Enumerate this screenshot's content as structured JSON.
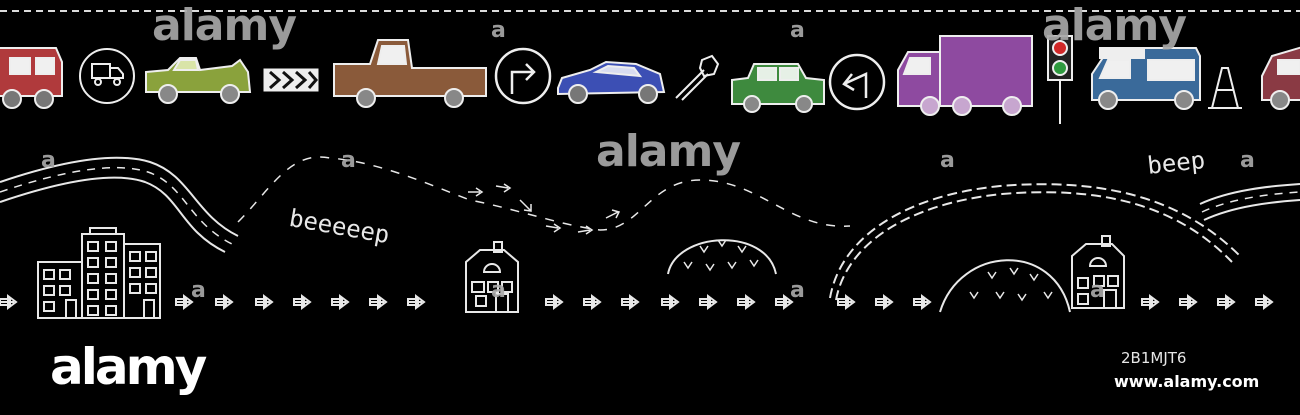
{
  "texts": {
    "beep_long": "beeeeep",
    "beep_short": "beep",
    "watermark": "alamy",
    "watermark_small": "a",
    "logo": "alamy",
    "image_id": "2B1MJT6",
    "site_url": "www.alamy.com"
  },
  "colors": {
    "background": "#000000",
    "line": "#e8e8e8",
    "van_red": "#b03a3c",
    "convertible_green": "#8aa23c",
    "pickup_brown": "#8a5a3a",
    "sports_car_blue": "#3c4fb4",
    "car_green": "#3e8a3e",
    "truck_purple": "#8e4aa0",
    "camper_blue": "#3a6a9a",
    "car_maroon": "#8a3a44",
    "traffic_red": "#d02828",
    "traffic_green": "#2e9a3e"
  },
  "icons": [
    "van-icon",
    "delivery-truck-sign-icon",
    "convertible-car-icon",
    "chevron-arrows-sign-icon",
    "pickup-truck-icon",
    "turn-right-sign-icon",
    "sports-car-icon",
    "wrench-icon",
    "green-car-icon",
    "turn-left-sign-icon",
    "box-truck-icon",
    "traffic-light-icon",
    "camper-van-icon",
    "traffic-cone-icon",
    "maroon-car-icon",
    "apartment-building-icon",
    "house-icon",
    "flower-hill-icon",
    "road-icon",
    "arrow-icon"
  ]
}
